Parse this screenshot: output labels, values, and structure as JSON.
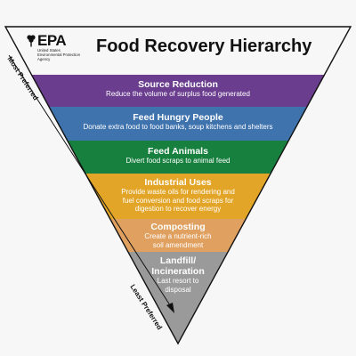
{
  "title": "Food Recovery Hierarchy",
  "logo": {
    "name": "EPA",
    "agency": [
      "United States",
      "Environmental Protection",
      "Agency"
    ]
  },
  "axis": {
    "top": "Most Preferred",
    "bottom": "Least Preferred"
  },
  "levels": [
    {
      "title": [
        "Source Reduction"
      ],
      "description": [
        "Reduce the volume of surplus food generated"
      ],
      "color": "#6a3d8f"
    },
    {
      "title": [
        "Feed Hungry People"
      ],
      "description": [
        "Donate extra food to food banks, soup kitchens and shelters"
      ],
      "color": "#3f73ad"
    },
    {
      "title": [
        "Feed Animals"
      ],
      "description": [
        "Divert food scraps to animal feed"
      ],
      "color": "#18803f"
    },
    {
      "title": [
        "Industrial Uses"
      ],
      "description": [
        "Provide waste oils for rendering and",
        "fuel conversion and food scraps for",
        "digestion to recover energy"
      ],
      "color": "#e2a527"
    },
    {
      "title": [
        "Composting"
      ],
      "description": [
        "Create a nutrient-rich",
        "soil amendment"
      ],
      "color": "#dfa060"
    },
    {
      "title": [
        "Landfill/",
        "Incineration"
      ],
      "description": [
        "Last resort to",
        "disposal"
      ],
      "color": "#9a9a9a"
    }
  ],
  "colors": {
    "outline": "#111111",
    "background": "#f7f7f7"
  }
}
